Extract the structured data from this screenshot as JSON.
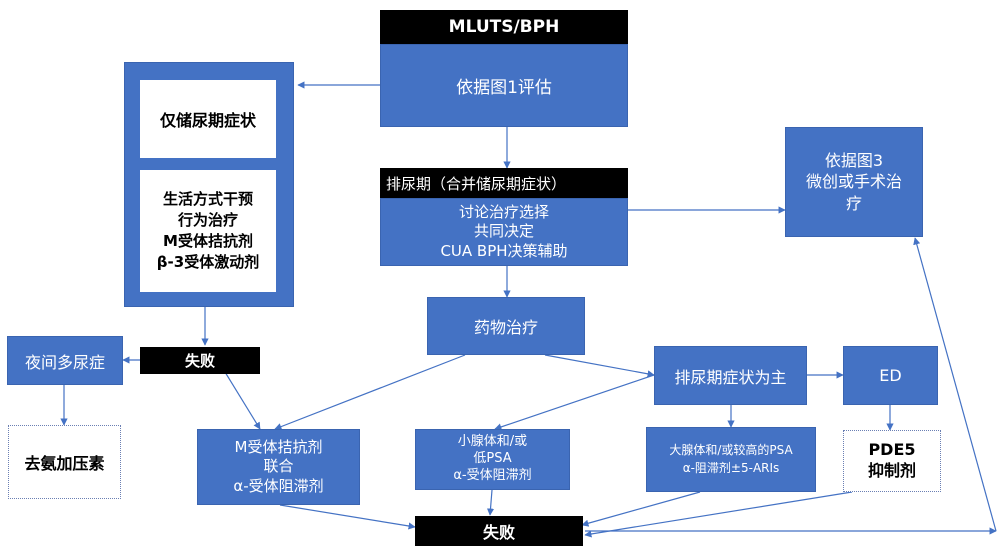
{
  "nodes": {
    "mluts_bph": "MLUTS/BPH",
    "assess_fig1": "依据图1评估",
    "storage_only": "仅储尿期症状",
    "lifestyle_therapy": "生活方式干预\n行为治疗\nM受体拮抗剂\nβ-3受体激动剂",
    "voiding_header": "排尿期（合并储尿期症状）",
    "discuss_options": "讨论治疗选择\n共同决定\nCUA BPH决策辅助",
    "fig3_surgery": "依据图3\n微创或手术治\n疗",
    "drug_therapy": "药物治疗",
    "nocturia": "夜间多尿症",
    "failure_left": "失败",
    "desmopressin": "去氨加压素",
    "m_antag_combo": "M受体拮抗剂\n联合\nα-受体阻滞剂",
    "small_gland": "小腺体和/或\n低PSA\nα-受体阻滞剂",
    "voiding_dominant": "排尿期症状为主",
    "ed": "ED",
    "large_gland": "大腺体和/或较高的PSA\nα-阻滞剂±5-ARIs",
    "pde5": "PDE5\n抑制剂",
    "failure_bottom": "失败"
  },
  "colors": {
    "blue_box": "#4472c4",
    "arrow": "#4472c4",
    "black_box": "#000000"
  }
}
